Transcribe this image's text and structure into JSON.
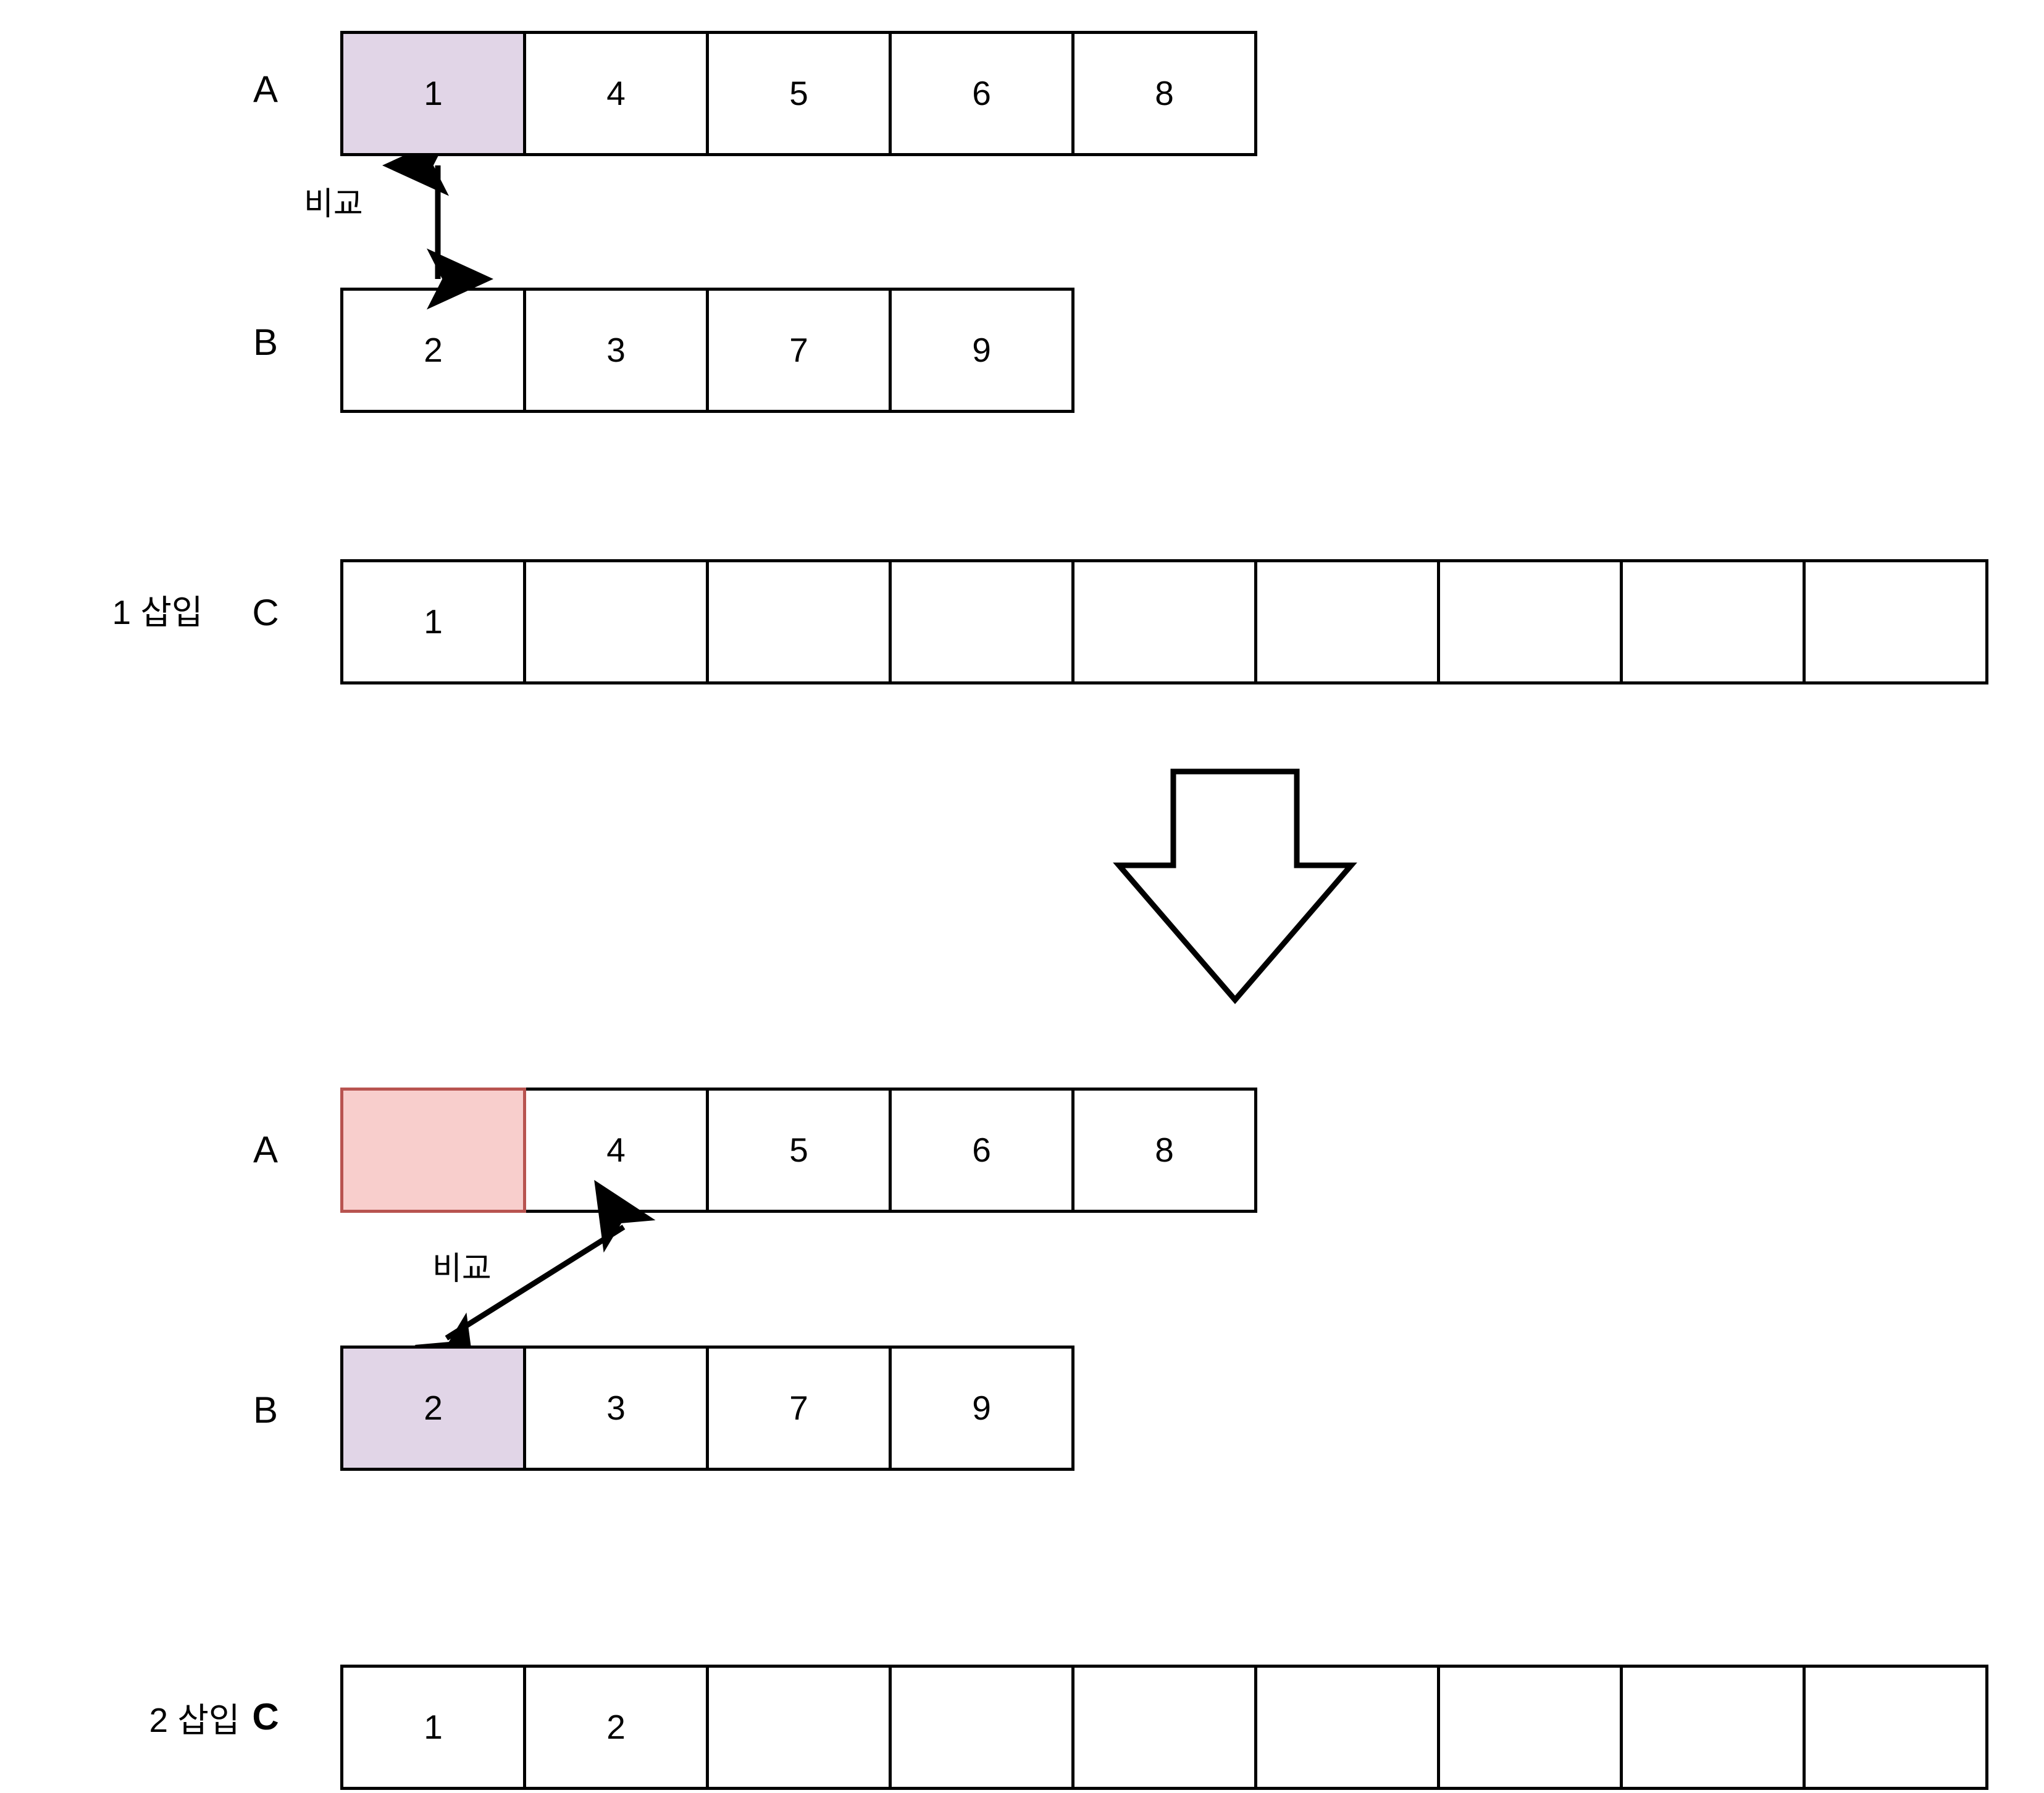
{
  "diagram": {
    "title": "Merge sort merge-step illustration",
    "colors": {
      "highlight_purple": "#e1d5e7",
      "highlight_red_fill": "#f8cecc",
      "highlight_red_border": "#b85450",
      "stroke": "#000000",
      "background": "#ffffff"
    }
  },
  "step1": {
    "caption": "1 삽입",
    "compare_label": "비교",
    "rowA": {
      "label": "A",
      "cells": [
        {
          "value": "1",
          "highlight": "purple"
        },
        {
          "value": "4",
          "highlight": "none"
        },
        {
          "value": "5",
          "highlight": "none"
        },
        {
          "value": "6",
          "highlight": "none"
        },
        {
          "value": "8",
          "highlight": "none"
        }
      ]
    },
    "rowB": {
      "label": "B",
      "cells": [
        {
          "value": "2",
          "highlight": "none"
        },
        {
          "value": "3",
          "highlight": "none"
        },
        {
          "value": "7",
          "highlight": "none"
        },
        {
          "value": "9",
          "highlight": "none"
        }
      ]
    },
    "rowC": {
      "label": "C",
      "cells": [
        {
          "value": "1",
          "highlight": "none"
        },
        {
          "value": "",
          "highlight": "none"
        },
        {
          "value": "",
          "highlight": "none"
        },
        {
          "value": "",
          "highlight": "none"
        },
        {
          "value": "",
          "highlight": "none"
        },
        {
          "value": "",
          "highlight": "none"
        },
        {
          "value": "",
          "highlight": "none"
        },
        {
          "value": "",
          "highlight": "none"
        },
        {
          "value": "",
          "highlight": "none"
        }
      ]
    }
  },
  "transition": {
    "icon": "down-arrow-icon"
  },
  "step2": {
    "caption": "2 삽입",
    "compare_label": "비교",
    "rowA": {
      "label": "A",
      "cells": [
        {
          "value": "",
          "highlight": "red"
        },
        {
          "value": "4",
          "highlight": "none"
        },
        {
          "value": "5",
          "highlight": "none"
        },
        {
          "value": "6",
          "highlight": "none"
        },
        {
          "value": "8",
          "highlight": "none"
        }
      ]
    },
    "rowB": {
      "label": "B",
      "cells": [
        {
          "value": "2",
          "highlight": "purple"
        },
        {
          "value": "3",
          "highlight": "none"
        },
        {
          "value": "7",
          "highlight": "none"
        },
        {
          "value": "9",
          "highlight": "none"
        }
      ]
    },
    "rowC": {
      "label": "C",
      "cells": [
        {
          "value": "1",
          "highlight": "none"
        },
        {
          "value": "2",
          "highlight": "none"
        },
        {
          "value": "",
          "highlight": "none"
        },
        {
          "value": "",
          "highlight": "none"
        },
        {
          "value": "",
          "highlight": "none"
        },
        {
          "value": "",
          "highlight": "none"
        },
        {
          "value": "",
          "highlight": "none"
        },
        {
          "value": "",
          "highlight": "none"
        },
        {
          "value": "",
          "highlight": "none"
        }
      ]
    }
  }
}
